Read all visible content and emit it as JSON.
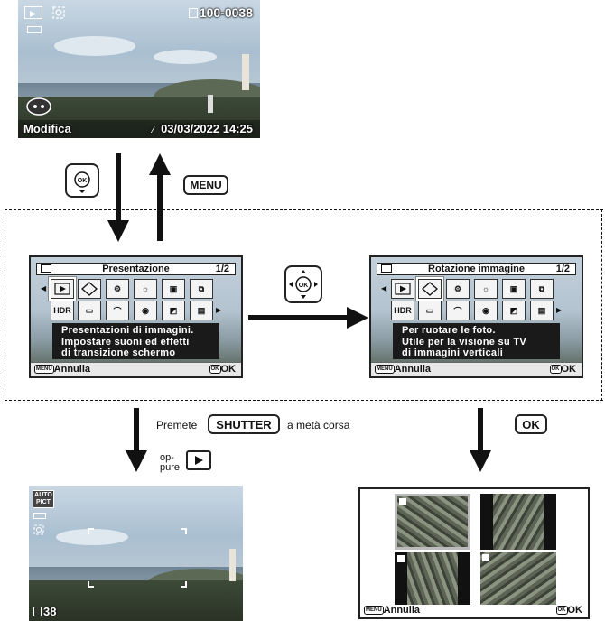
{
  "top_screen": {
    "folder_file": "100-0038",
    "edit_label": "Modifica",
    "datetime": "03/03/2022 14:25"
  },
  "menu_key": "MENU",
  "menu_left": {
    "title": "Presentazione",
    "page": "1/2",
    "hdr_label": "HDR",
    "description": [
      "Presentazioni di immagini.",
      "Impostare suoni ed effetti",
      "di transizione schermo"
    ],
    "cancel_label": "Annulla",
    "ok_label": "OK"
  },
  "menu_right": {
    "title": "Rotazione immagine",
    "page": "1/2",
    "hdr_label": "HDR",
    "description": [
      "Per ruotare le foto.",
      "Utile per la visione su TV",
      "di immagini verticali"
    ],
    "cancel_label": "Annulla",
    "ok_label": "OK"
  },
  "instruction": {
    "premete": "Premete",
    "shutter_label": "SHUTTER",
    "half_press": "a metà corsa",
    "oppure_1": "op-",
    "oppure_2": "pure"
  },
  "ok_key_label": "OK",
  "capture_screen": {
    "auto_line1": "AUTO",
    "auto_line2": "PICT",
    "remaining": "38"
  },
  "rotation_screen": {
    "cancel_label": "Annulla",
    "ok_label": "OK"
  },
  "key_badges": {
    "menu": "MENU",
    "ok": "OK"
  }
}
